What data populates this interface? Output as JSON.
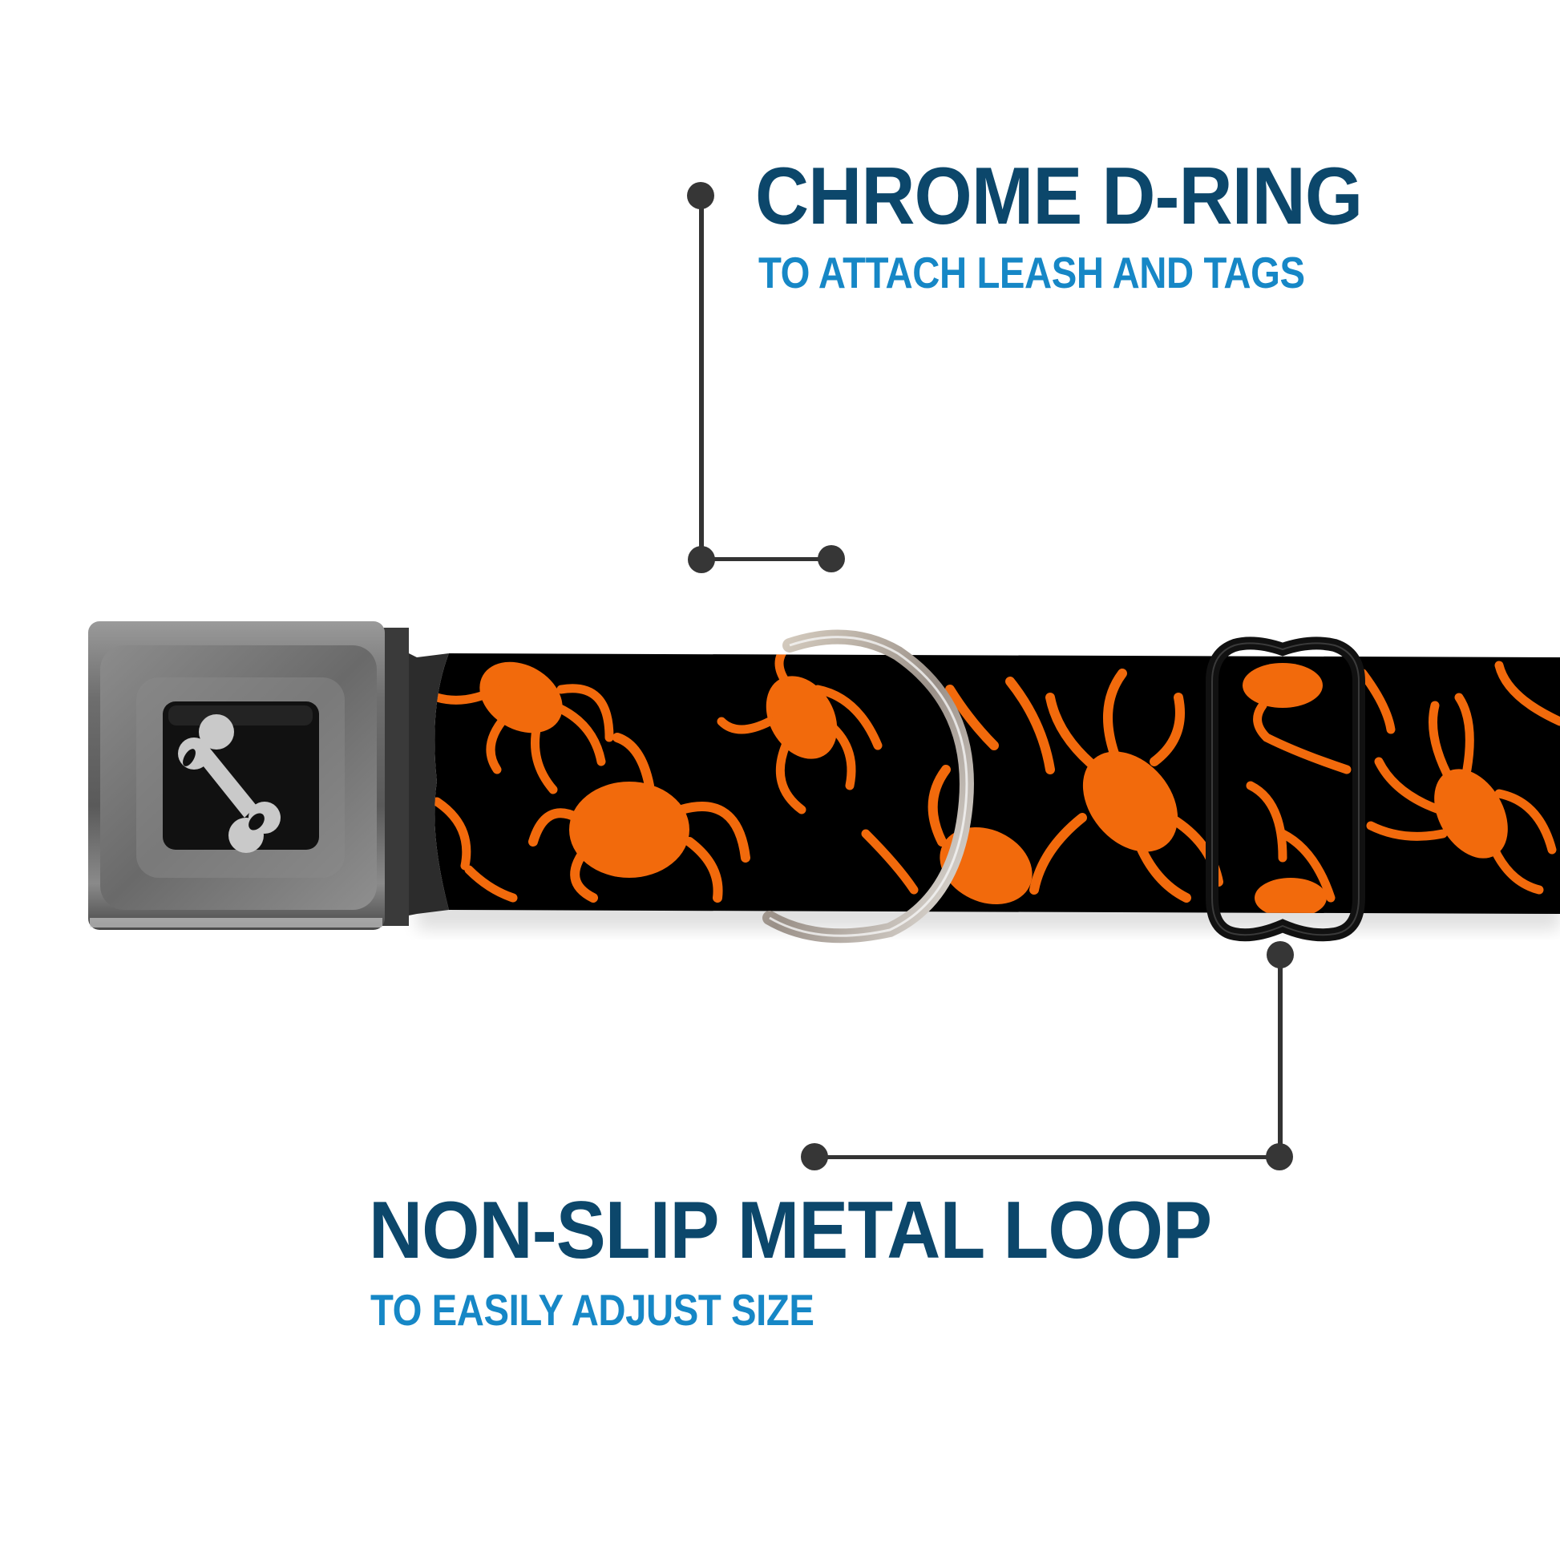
{
  "callouts": {
    "top": {
      "title": "CHROME D-RING",
      "subtitle": "TO ATTACH LEASH AND TAGS"
    },
    "bottom": {
      "title": "NON-SLIP METAL LOOP",
      "subtitle": "TO EASILY ADJUST SIZE"
    }
  },
  "product": {
    "buckle_icon": "bone-icon",
    "pattern": "orange-spiders-on-black",
    "colors": {
      "strap_background": "#000000",
      "pattern": "#f26a0c",
      "title": "#0c476b",
      "subtitle": "#1687c6",
      "callout_line": "#333333"
    }
  }
}
